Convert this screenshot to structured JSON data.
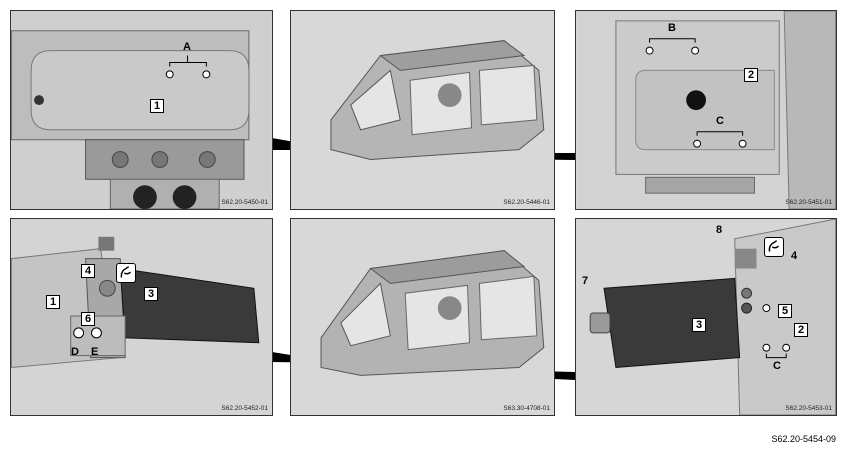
{
  "figure_code": "S62.20-5454-09",
  "panels": {
    "top_left": {
      "code": "S62.20-5450-01",
      "labels": {
        "a": "A",
        "one": "1"
      }
    },
    "top_center": {
      "code": "S62.20-5446-01"
    },
    "top_right": {
      "code": "S62.20-5451-01",
      "labels": {
        "b": "B",
        "two": "2",
        "c": "C"
      }
    },
    "bottom_left": {
      "code": "S62.20-5452-01",
      "labels": {
        "four": "4",
        "one": "1",
        "three": "3",
        "six": "6",
        "d": "D",
        "e": "E"
      }
    },
    "bottom_center": {
      "code": "S63.30-4708-01"
    },
    "bottom_right": {
      "code": "S62.20-5453-01",
      "labels": {
        "eight": "8",
        "four": "4",
        "seven": "7",
        "five": "5",
        "three": "3",
        "two": "2",
        "c": "C"
      }
    }
  },
  "colors": {
    "panel_bg": "#dcdcdc",
    "metal": "#c8c8c8",
    "dark_part": "#3a3a3a",
    "outline": "#000000"
  }
}
